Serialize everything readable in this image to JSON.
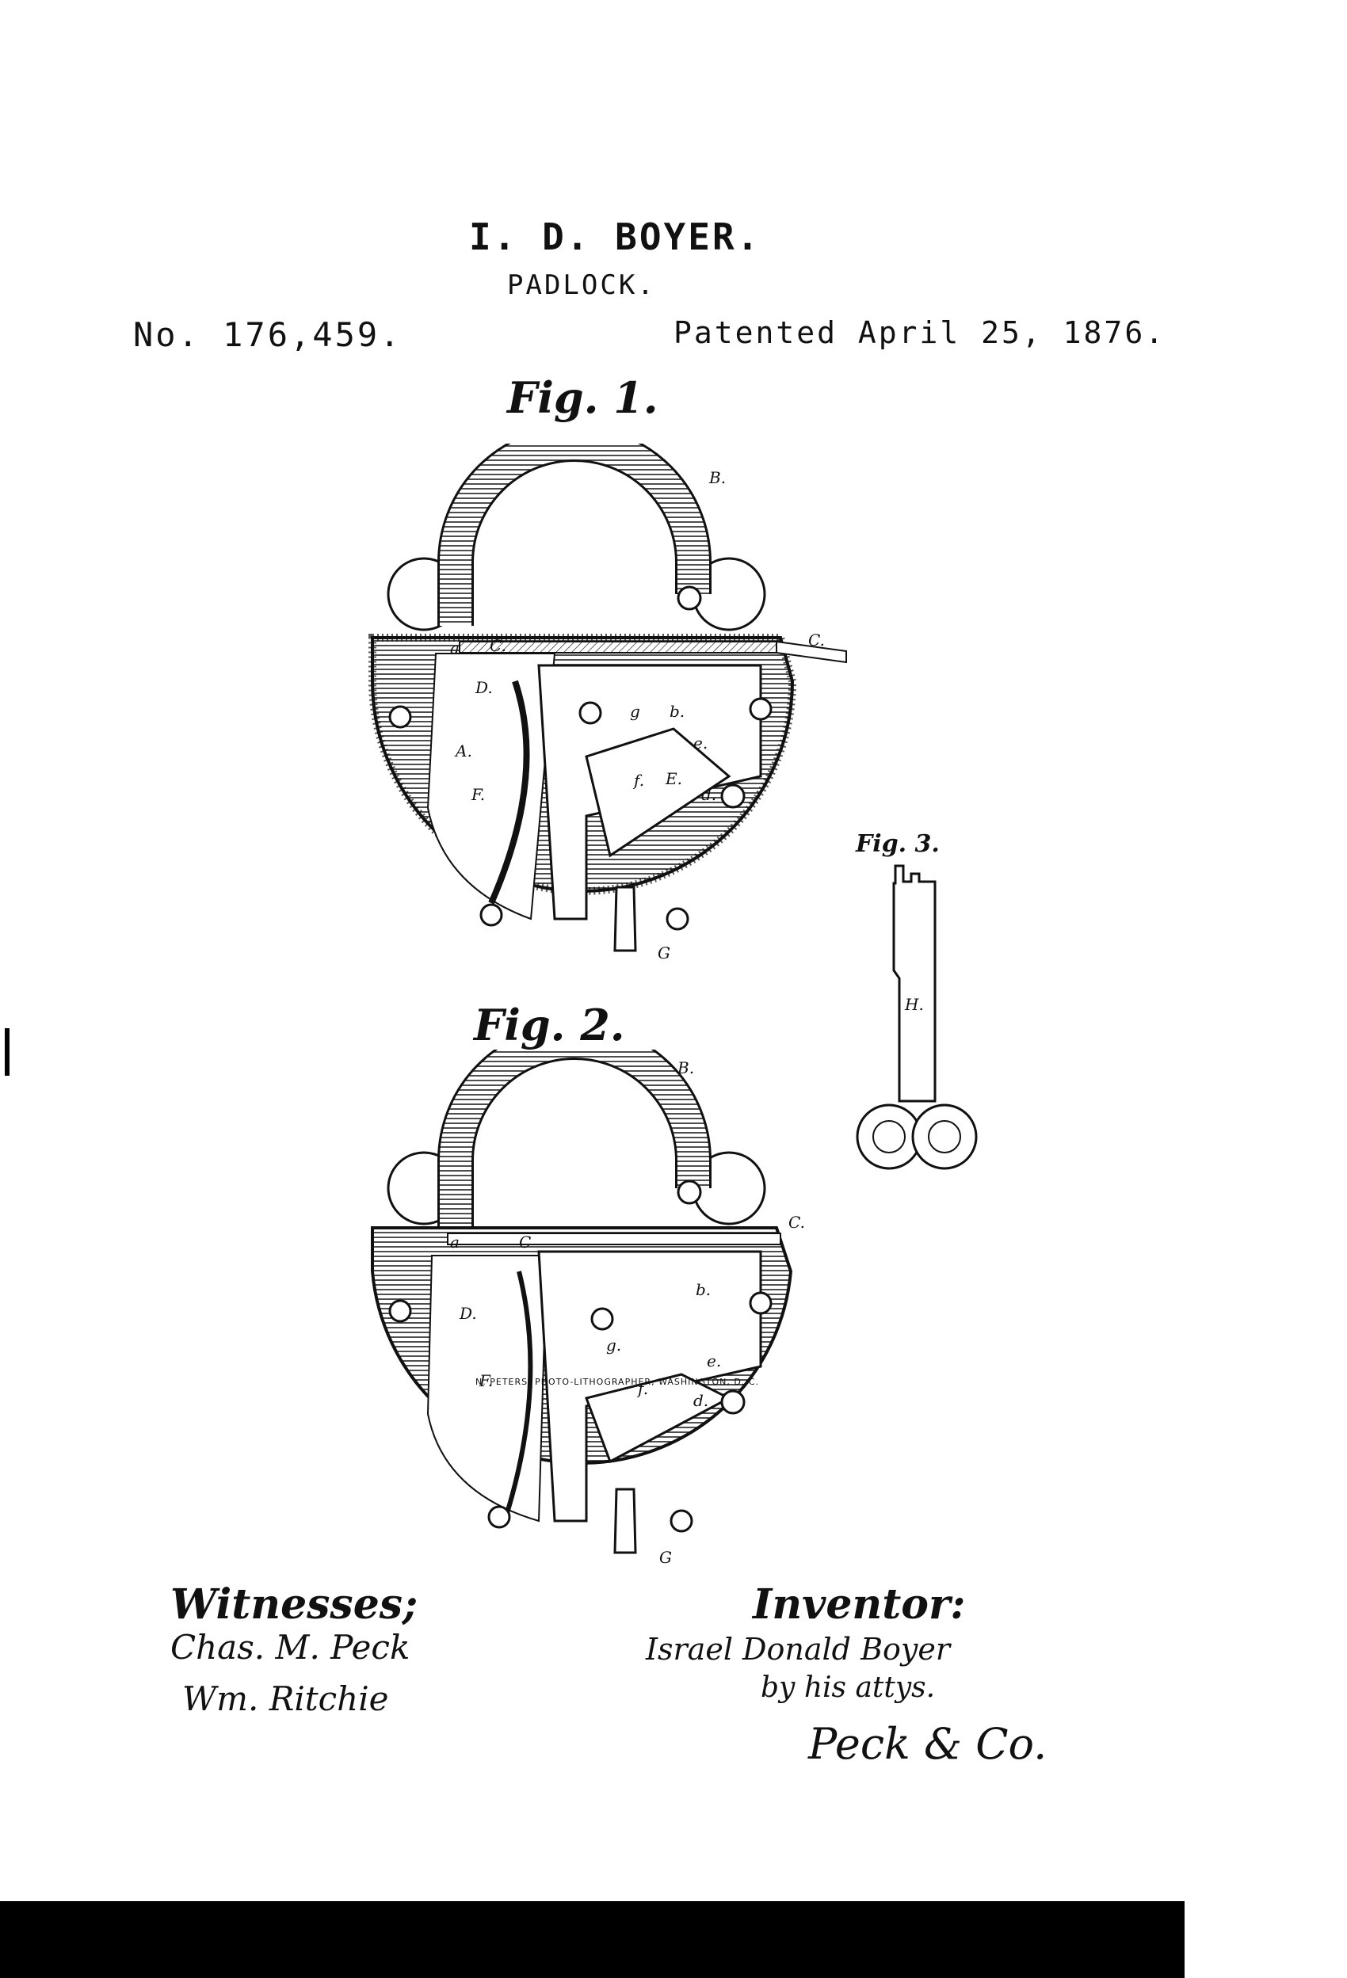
{
  "header": {
    "inventor_name": "I. D. BOYER.",
    "title": "PADLOCK.",
    "patent_number": "No. 176,459.",
    "patent_date": "Patented April 25, 1876."
  },
  "figures": {
    "fig1_label": "Fig. 1.",
    "fig2_label": "Fig. 2.",
    "fig3_label": "Fig. 3.",
    "fig1_parts": [
      "B.",
      "C.",
      "a",
      "C.",
      "D.",
      "g",
      "b.",
      "A.",
      "e.",
      "f.",
      "E.",
      "d.",
      "F.",
      "G"
    ],
    "fig2_parts": [
      "B.",
      "C.",
      "a",
      "C",
      "D.",
      "b.",
      "g.",
      "e.",
      "F.",
      "f.",
      "d.",
      "G"
    ],
    "fig3_parts": [
      "H."
    ]
  },
  "signatures": {
    "witnesses_label": "Witnesses;",
    "witness_1": "Chas. M. Peck",
    "witness_2": "Wm. Ritchie",
    "inventor_label": "Inventor:",
    "inventor_signature": "Israel Donald Boyer",
    "by_attorneys": "by his attys.",
    "attorneys": "Peck & Co."
  },
  "footer": {
    "lithographer": "N. PETERS, PHOTO-LITHOGRAPHER, WASHINGTON, D. C."
  }
}
